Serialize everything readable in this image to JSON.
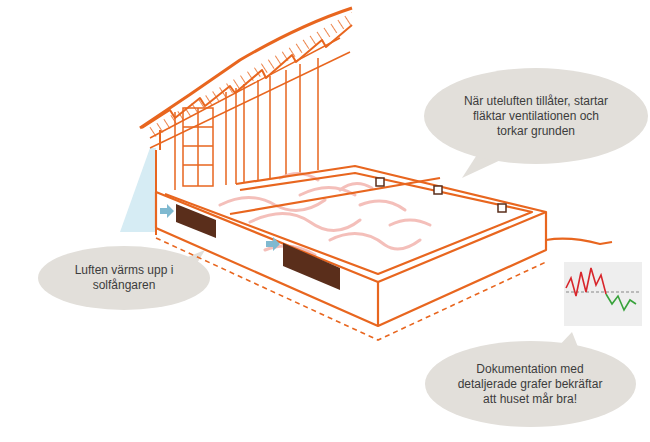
{
  "diagram": {
    "nodes": [
      {
        "text": [
          "När uteluften tillåter, startar fläktar ventilationen och torkar grunden"
        ]
      },
      {
        "text": [
          "Luften värms upp i solfångaren"
        ]
      },
      {
        "text": [
          "Dokumentation med detaljerade grafer bekräftar att huset mår bra!"
        ]
      }
    ]
  }
}
